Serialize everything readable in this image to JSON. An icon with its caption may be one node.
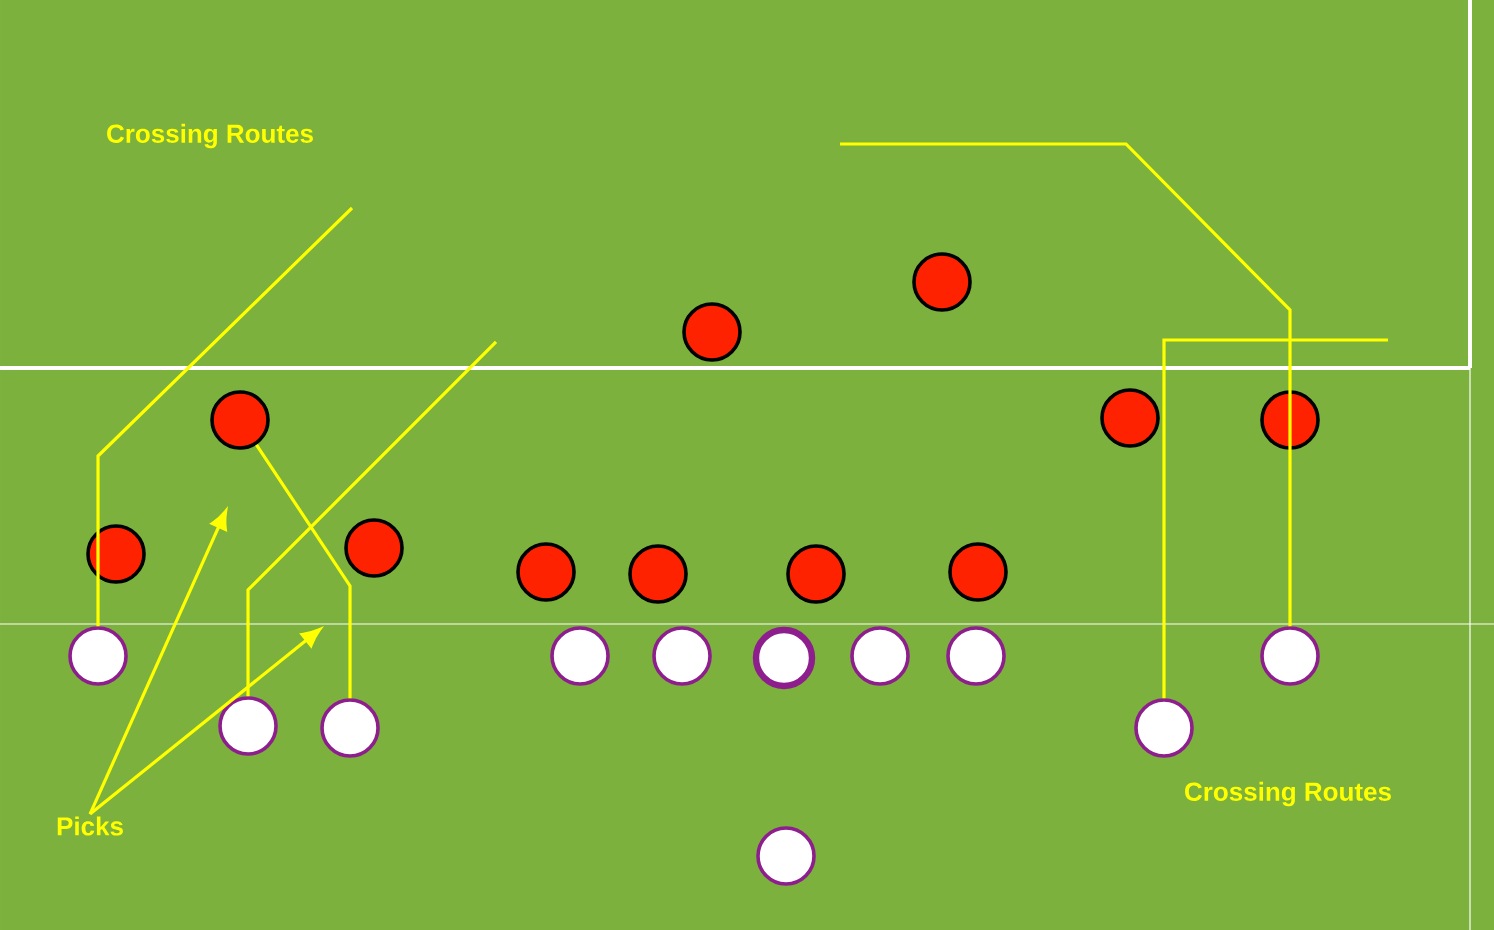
{
  "diagram": {
    "nodes": [
      {
        "text": [],
        "shape": "circle"
      },
      {
        "text": [],
        "shape": "circle"
      },
      {
        "text": [],
        "shape": "circle"
      },
      {
        "text": [],
        "shape": "circle"
      },
      {
        "text": [],
        "shape": "circle"
      },
      {
        "text": [],
        "shape": "circle"
      },
      {
        "text": [],
        "shape": "circle"
      },
      {
        "text": [],
        "shape": "circle"
      },
      {
        "text": [],
        "shape": "circle"
      },
      {
        "text": [],
        "shape": "circle"
      },
      {
        "text": [],
        "shape": "circle"
      },
      {
        "text": [],
        "shape": "circle"
      },
      {
        "text": [],
        "shape": "circle"
      },
      {
        "text": [],
        "shape": "circle"
      },
      {
        "text": [],
        "shape": "circle"
      },
      {
        "text": [],
        "shape": "circle"
      },
      {
        "text": [],
        "shape": "circle"
      },
      {
        "text": [],
        "shape": "circle"
      },
      {
        "text": [],
        "shape": "circle"
      },
      {
        "text": [],
        "shape": "circle"
      },
      {
        "text": [],
        "shape": "circle"
      },
      {
        "text": [],
        "shape": "circle"
      },
      {
        "text": [
          "Picks"
        ]
      }
    ],
    "edges": [
      {
        "from": 11,
        "to": null,
        "arrow": "none"
      },
      {
        "from": 18,
        "to": null,
        "arrow": "none"
      },
      {
        "from": 19,
        "to": 2,
        "arrow": "none"
      },
      {
        "from": 20,
        "to": null,
        "arrow": "none"
      },
      {
        "from": 17,
        "to": null,
        "arrow": "none"
      },
      {
        "from": 22,
        "to": null,
        "arrow": "to"
      },
      {
        "from": 22,
        "to": null,
        "arrow": "to"
      }
    ],
    "labels": [
      "Crossing Routes",
      "Crossing Routes"
    ]
  }
}
